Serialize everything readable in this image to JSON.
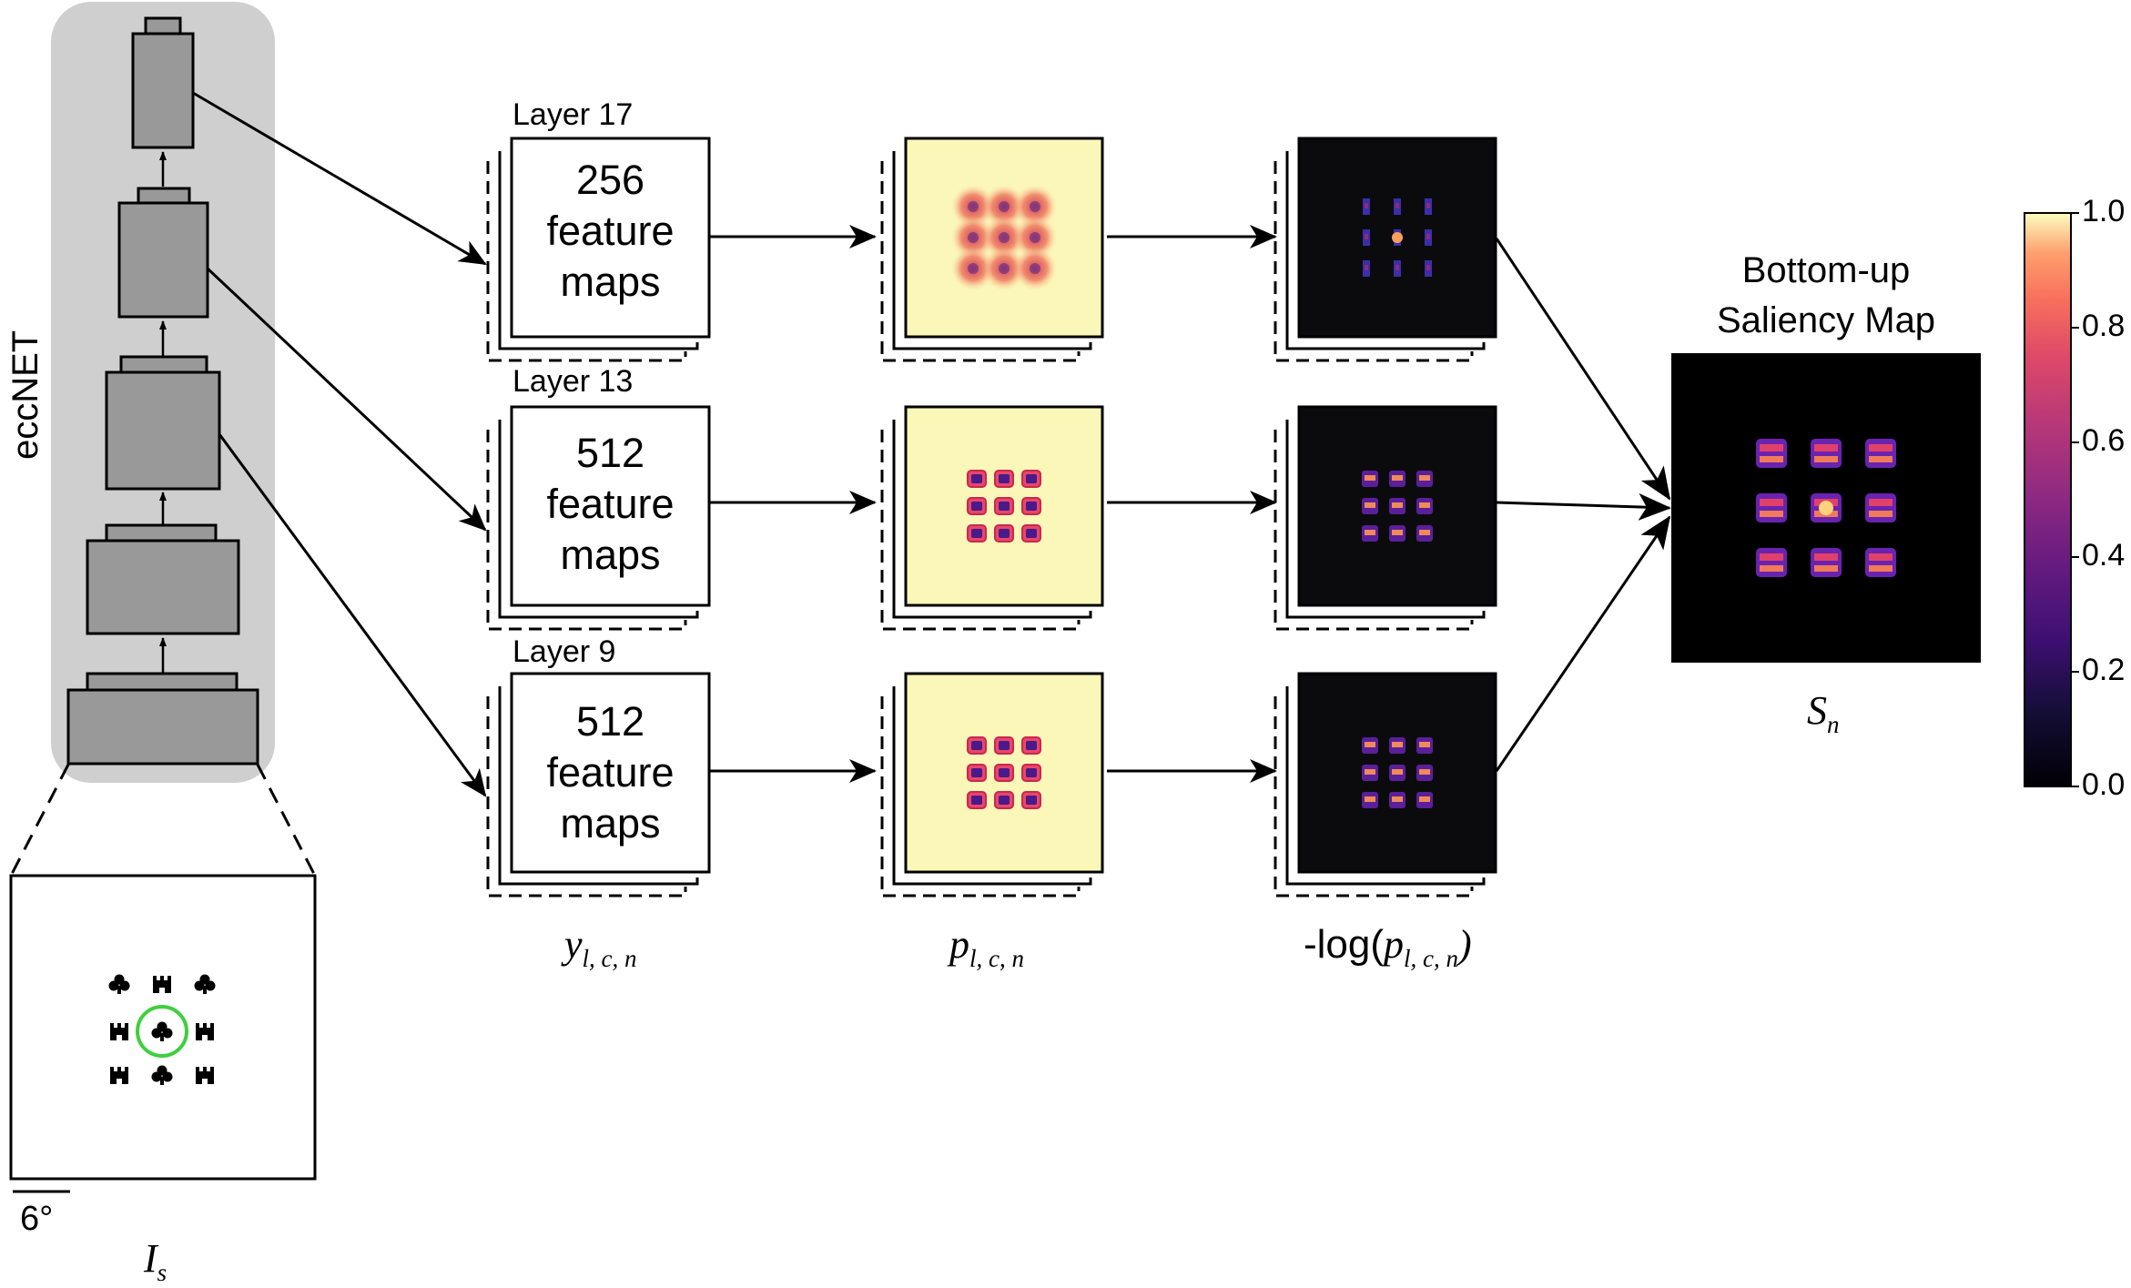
{
  "network": {
    "name": "eccNET"
  },
  "stages": [
    {
      "layer_label": "Layer 17",
      "count": "256",
      "line1": "feature",
      "line2": "maps"
    },
    {
      "layer_label": "Layer 13",
      "count": "512",
      "line1": "feature",
      "line2": "maps"
    },
    {
      "layer_label": "Layer 9",
      "count": "512",
      "line1": "feature",
      "line2": "maps"
    }
  ],
  "columns": {
    "y": {
      "sym": "y",
      "sub": "l, c, n"
    },
    "p": {
      "sym": "p",
      "sub": "l, c, n"
    },
    "neglog": {
      "pre": "-log(",
      "sym": "p",
      "sub": "l, c, n",
      "post": ")"
    }
  },
  "saliency": {
    "title_line1": "Bottom-up",
    "title_line2": "Saliency Map",
    "sym": "S",
    "sub": "n"
  },
  "stimulus": {
    "sym": "I",
    "sub": "s",
    "scale_label": "6°"
  },
  "colorbar": {
    "ticks": [
      "1.0",
      "0.8",
      "0.6",
      "0.4",
      "0.2",
      "0.0"
    ],
    "colormap": "magma"
  },
  "colors": {
    "panel_bg": "#cfcfcf",
    "block": "#999999",
    "prob_bg": "#fbf7b8",
    "neglog_bg": "#0b0b0e",
    "target_ring": "#3fcf3f"
  }
}
